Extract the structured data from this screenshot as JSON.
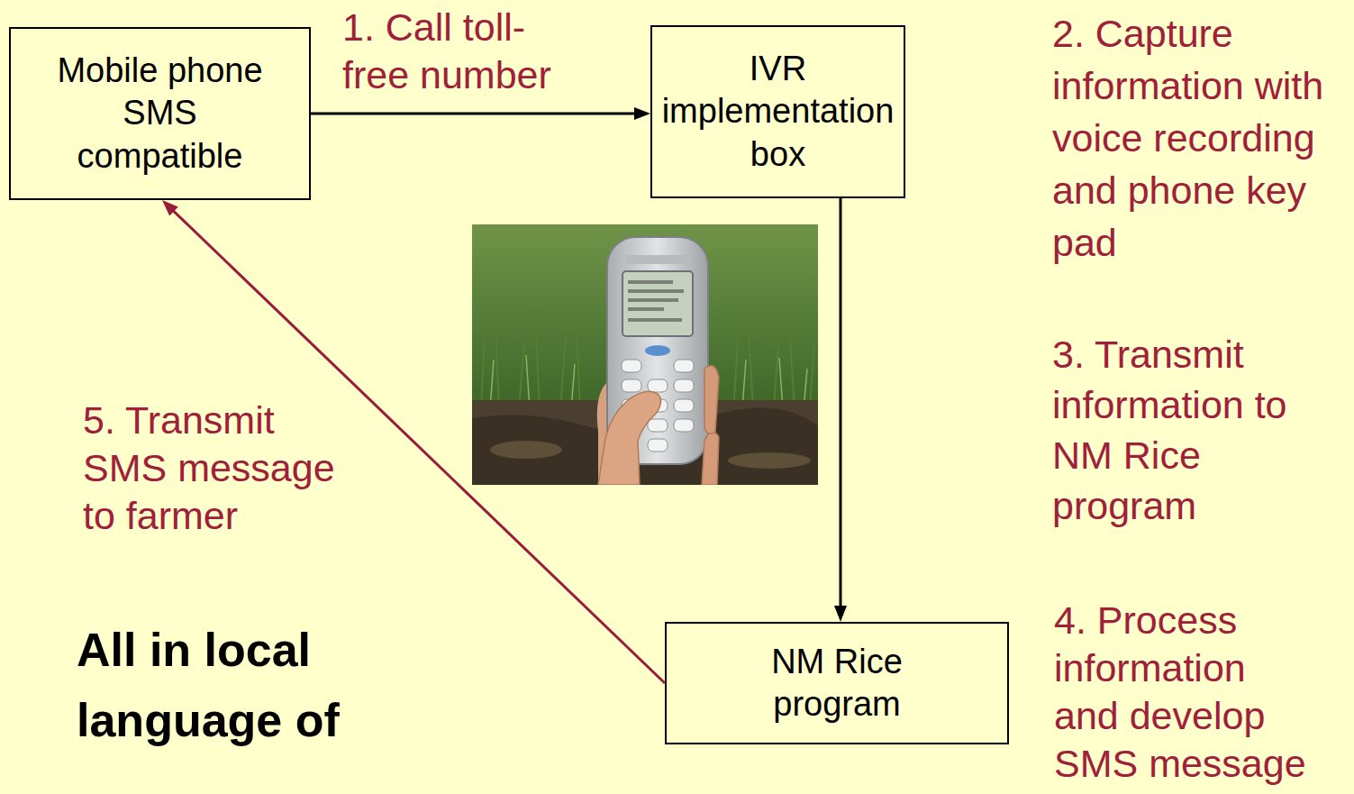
{
  "diagram": {
    "nodes": [
      {
        "text": [
          "Mobile phone SMS compatible"
        ]
      },
      {
        "text": [
          "IVR implementation box"
        ]
      },
      {
        "text": [
          "NM Rice program"
        ]
      }
    ],
    "edges": [
      {
        "from": 0,
        "to": 1,
        "arrow": "to",
        "label": "1. Call toll-free number"
      },
      {
        "from": 1,
        "to": 2,
        "arrow": "to"
      },
      {
        "from": 2,
        "to": 0,
        "arrow": "to",
        "label": "5. Transmit SMS message to farmer"
      }
    ],
    "labels": [
      "2. Capture information with voice recording and phone key pad",
      "3. Transmit information to NM Rice program",
      "4. Process information and develop SMS message",
      "All in local language of"
    ]
  }
}
